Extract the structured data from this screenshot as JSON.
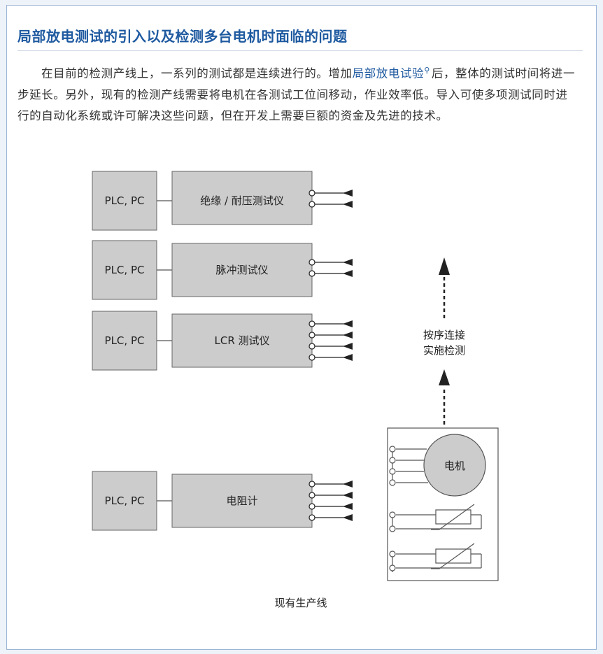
{
  "article": {
    "heading": "局部放电测试的引入以及检测多台电机时面临的问题",
    "para_before_link": "在目前的检测产线上，一系列的测试都是连续进行的。增加",
    "para_link": "局部放电试验",
    "para_after_link": "后，整体的测试时间将进一步延长。另外，现有的检测产线需要将电机在各测试工位间移动，作业效率低。导入可使多项测试同时进行的自动化系统或许可解决这些问题，但在开发上需要巨额的资金及先进的技术。"
  },
  "diagram": {
    "controller_label": "PLC, PC",
    "instruments": [
      {
        "name": "绝缘 / 耐压测试仪",
        "terminals": 2
      },
      {
        "name": "脉冲测试仪",
        "terminals": 2
      },
      {
        "name": "LCR 测试仪",
        "terminals": 4
      },
      {
        "name": "电阻计",
        "terminals": 4
      }
    ],
    "flow_label_line1": "按序连接",
    "flow_label_line2": "实施检测",
    "motor_label": "电机",
    "caption": "现有生产线"
  },
  "colors": {
    "heading": "#1f5aa0",
    "link": "#1f5aa0",
    "box_fill": "#cccccc",
    "frame_border": "#9bb5d6"
  }
}
